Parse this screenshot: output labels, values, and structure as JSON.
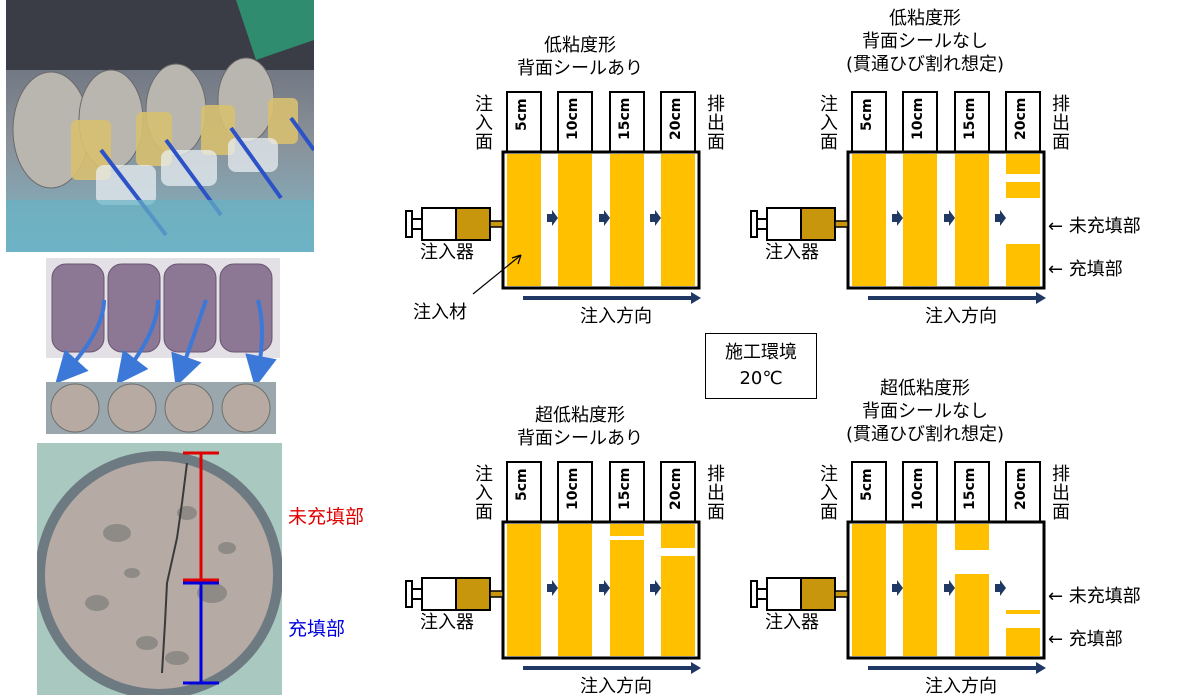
{
  "photo_labels": {
    "unfilled": "未充填部",
    "filled": "充填部"
  },
  "env_box": {
    "line1": "施工環境",
    "line2": "20℃"
  },
  "panels": [
    {
      "id": "tl",
      "title": [
        "低粘度形",
        "背面シールあり"
      ],
      "columns": [
        "5cm",
        "10cm",
        "15cm",
        "20cm"
      ],
      "inlet_label": "注入面",
      "outlet_label": "排出面",
      "injector_label": "注入器",
      "direction_label": "注入方向",
      "material_label": "注入材",
      "side_labels": []
    },
    {
      "id": "tr",
      "title": [
        "低粘度形",
        "背面シールなし",
        "(貫通ひび割れ想定)"
      ],
      "columns": [
        "5cm",
        "10cm",
        "15cm",
        "20cm"
      ],
      "inlet_label": "注入面",
      "outlet_label": "排出面",
      "injector_label": "注入器",
      "direction_label": "注入方向",
      "side_labels": [
        "← 未充填部",
        "← 充填部"
      ]
    },
    {
      "id": "bl",
      "title": [
        "超低粘度形",
        "背面シールあり"
      ],
      "columns": [
        "5cm",
        "10cm",
        "15cm",
        "20cm"
      ],
      "inlet_label": "注入面",
      "outlet_label": "排出面",
      "injector_label": "注入器",
      "direction_label": "注入方向",
      "side_labels": []
    },
    {
      "id": "br",
      "title": [
        "超低粘度形",
        "背面シールなし",
        "(貫通ひび割れ想定)"
      ],
      "columns": [
        "5cm",
        "10cm",
        "15cm",
        "20cm"
      ],
      "inlet_label": "注入面",
      "outlet_label": "排出面",
      "injector_label": "注入器",
      "direction_label": "注入方向",
      "side_labels": [
        "← 未充填部",
        "← 充填部"
      ]
    }
  ],
  "colors": {
    "fill": "#FFC000",
    "arrow": "#1F3864",
    "unfilled_mark": "#E00000",
    "filled_mark": "#0000E0",
    "syringe_body": "#C8960C"
  }
}
